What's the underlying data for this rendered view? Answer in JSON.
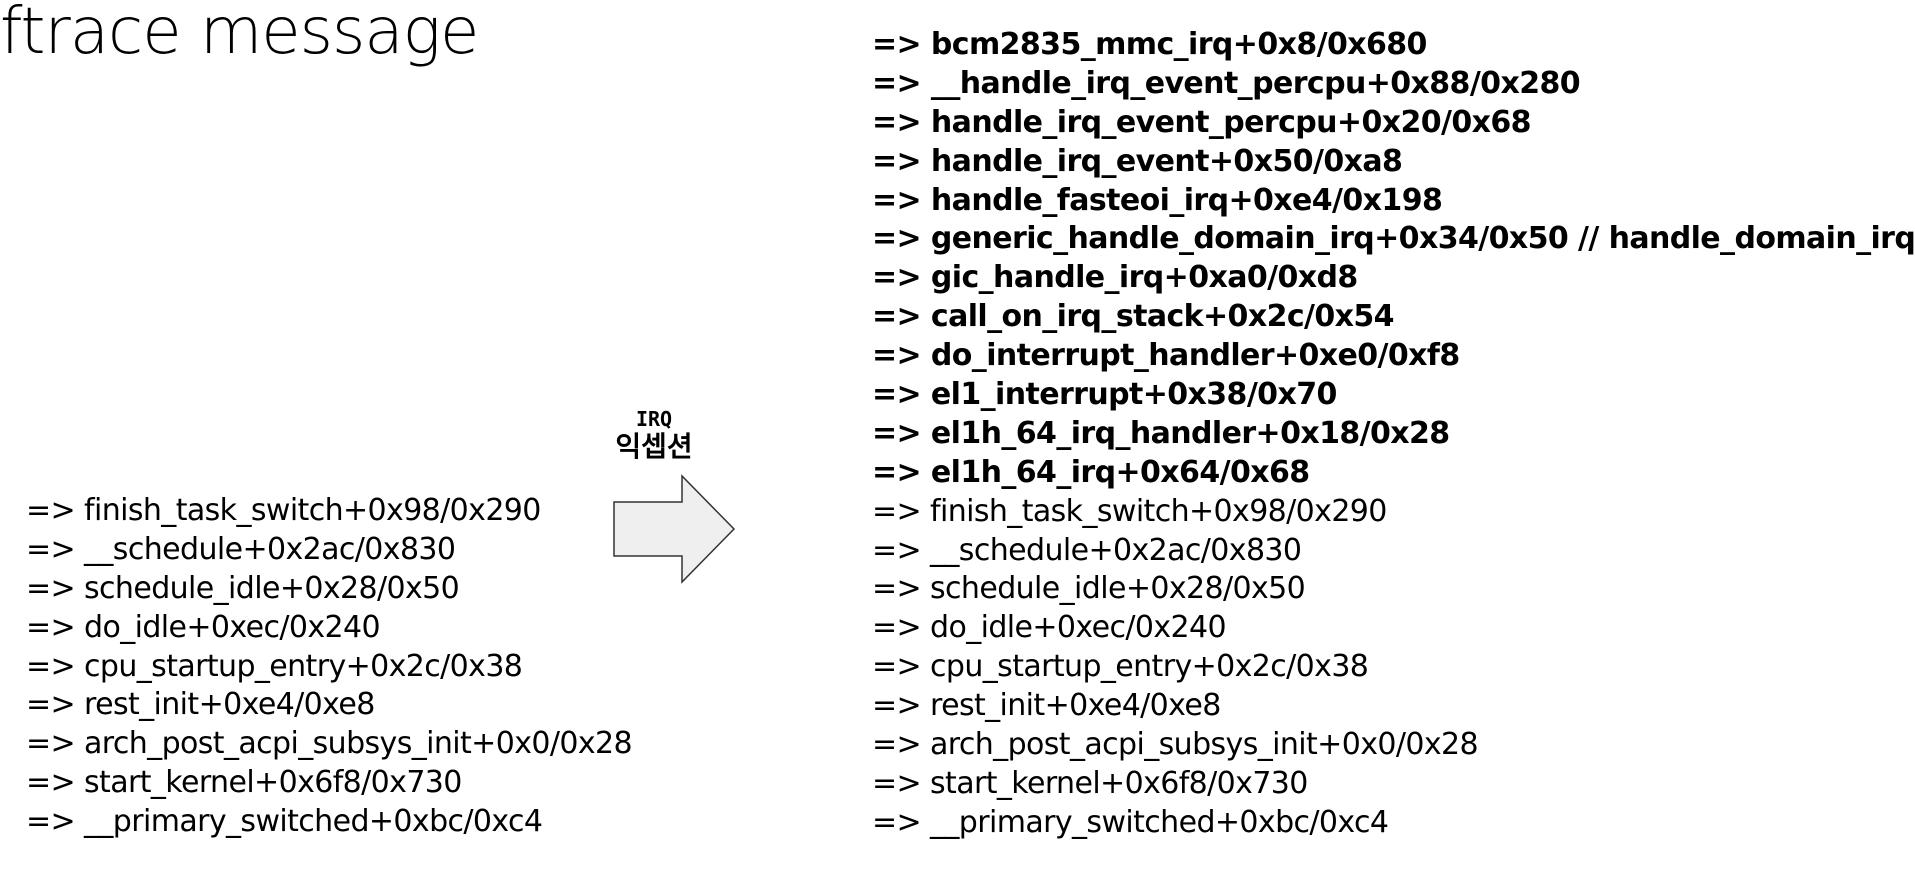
{
  "title": "ftrace message",
  "transition": {
    "top_label": "IRQ",
    "bottom_label": "익셉션"
  },
  "left_stack": [
    "=> finish_task_switch+0x98/0x290",
    "=> __schedule+0x2ac/0x830",
    "=> schedule_idle+0x28/0x50",
    "=> do_idle+0xec/0x240",
    "=> cpu_startup_entry+0x2c/0x38",
    "=> rest_init+0xe4/0xe8",
    "=> arch_post_acpi_subsys_init+0x0/0x28",
    "=> start_kernel+0x6f8/0x730",
    "=> __primary_switched+0xbc/0xc4"
  ],
  "right_stack_irq": [
    "=> bcm2835_mmc_irq+0x8/0x680",
    "=> __handle_irq_event_percpu+0x88/0x280",
    "=> handle_irq_event_percpu+0x20/0x68",
    "=> handle_irq_event+0x50/0xa8",
    "=> handle_fasteoi_irq+0xe4/0x198",
    "=> generic_handle_domain_irq+0x34/0x50 // handle_domain_irq",
    "=> gic_handle_irq+0xa0/0xd8",
    "=> call_on_irq_stack+0x2c/0x54",
    "=> do_interrupt_handler+0xe0/0xf8",
    "=> el1_interrupt+0x38/0x70",
    "=> el1h_64_irq_handler+0x18/0x28",
    "=> el1h_64_irq+0x64/0x68"
  ],
  "right_stack_task": [
    "=> finish_task_switch+0x98/0x290",
    "=> __schedule+0x2ac/0x830",
    "=> schedule_idle+0x28/0x50",
    "=> do_idle+0xec/0x240",
    "=> cpu_startup_entry+0x2c/0x38",
    "=> rest_init+0xe4/0xe8",
    "=> arch_post_acpi_subsys_init+0x0/0x28",
    "=> start_kernel+0x6f8/0x730",
    "=> __primary_switched+0xbc/0xc4"
  ],
  "colors": {
    "arrow_fill": "#efefef",
    "arrow_stroke": "#333333",
    "text": "#000000"
  }
}
